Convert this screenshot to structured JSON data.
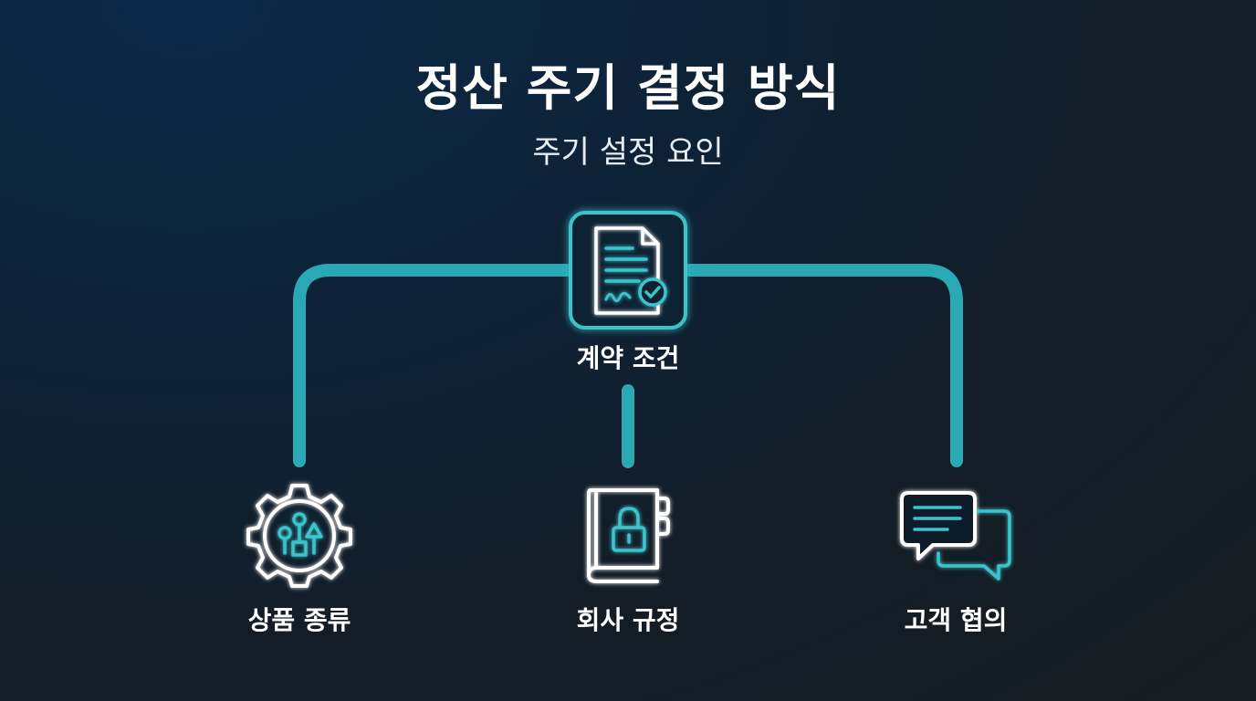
{
  "title": "정산 주기 결정 방식",
  "subtitle": "주기 설정 요인",
  "colors": {
    "accent": "#2aa8b4",
    "icon_stroke": "#ffffff",
    "icon_accent": "#3cc3cc"
  },
  "nodes": {
    "contract": {
      "label": "계약 조건",
      "icon": "contract-document-icon"
    },
    "product": {
      "label": "상품 종류",
      "icon": "gear-shapes-icon"
    },
    "policy": {
      "label": "회사 규정",
      "icon": "locked-rulebook-icon"
    },
    "customer": {
      "label": "고객 협의",
      "icon": "chat-bubbles-icon"
    }
  }
}
